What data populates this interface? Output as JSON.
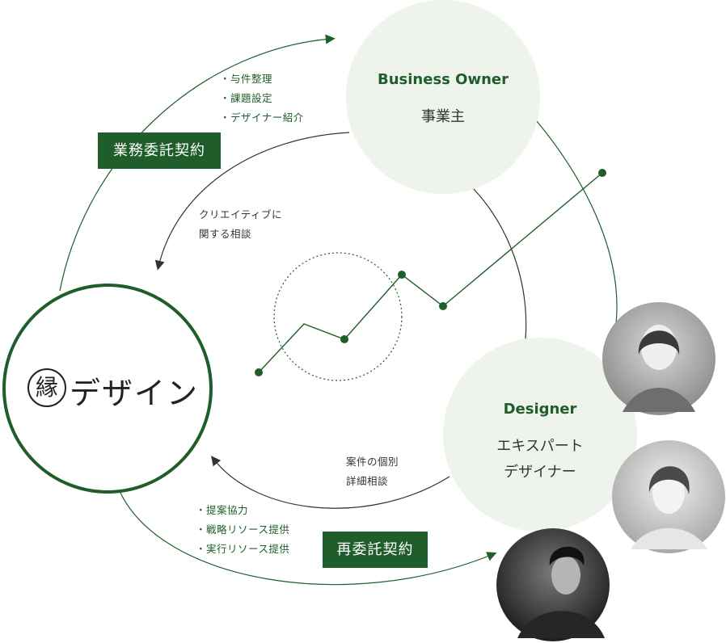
{
  "business_owner": {
    "title": "Business Owner",
    "subtitle": "事業主"
  },
  "designer": {
    "title": "Designer",
    "subtitle_line1": "エキスパート",
    "subtitle_line2": "デザイナー"
  },
  "logo": {
    "mark": "縁",
    "text": "デザイン"
  },
  "contract_top": "業務委託契約",
  "contract_bottom": "再委託契約",
  "top_bullets": [
    "・与件整理",
    "・課題設定",
    "・デザイナー紹介"
  ],
  "bottom_bullets": [
    "・提案協力",
    "・戦略リソース提供",
    "・実行リソース提供"
  ],
  "consult_creative": [
    "クリエイティブに",
    "関する相談"
  ],
  "consult_detail": [
    "案件の個別",
    "詳細相談"
  ],
  "colors": {
    "accent": "#1f5e2a",
    "light_fill": "#eef3ec",
    "line": "#2f2f2f"
  }
}
